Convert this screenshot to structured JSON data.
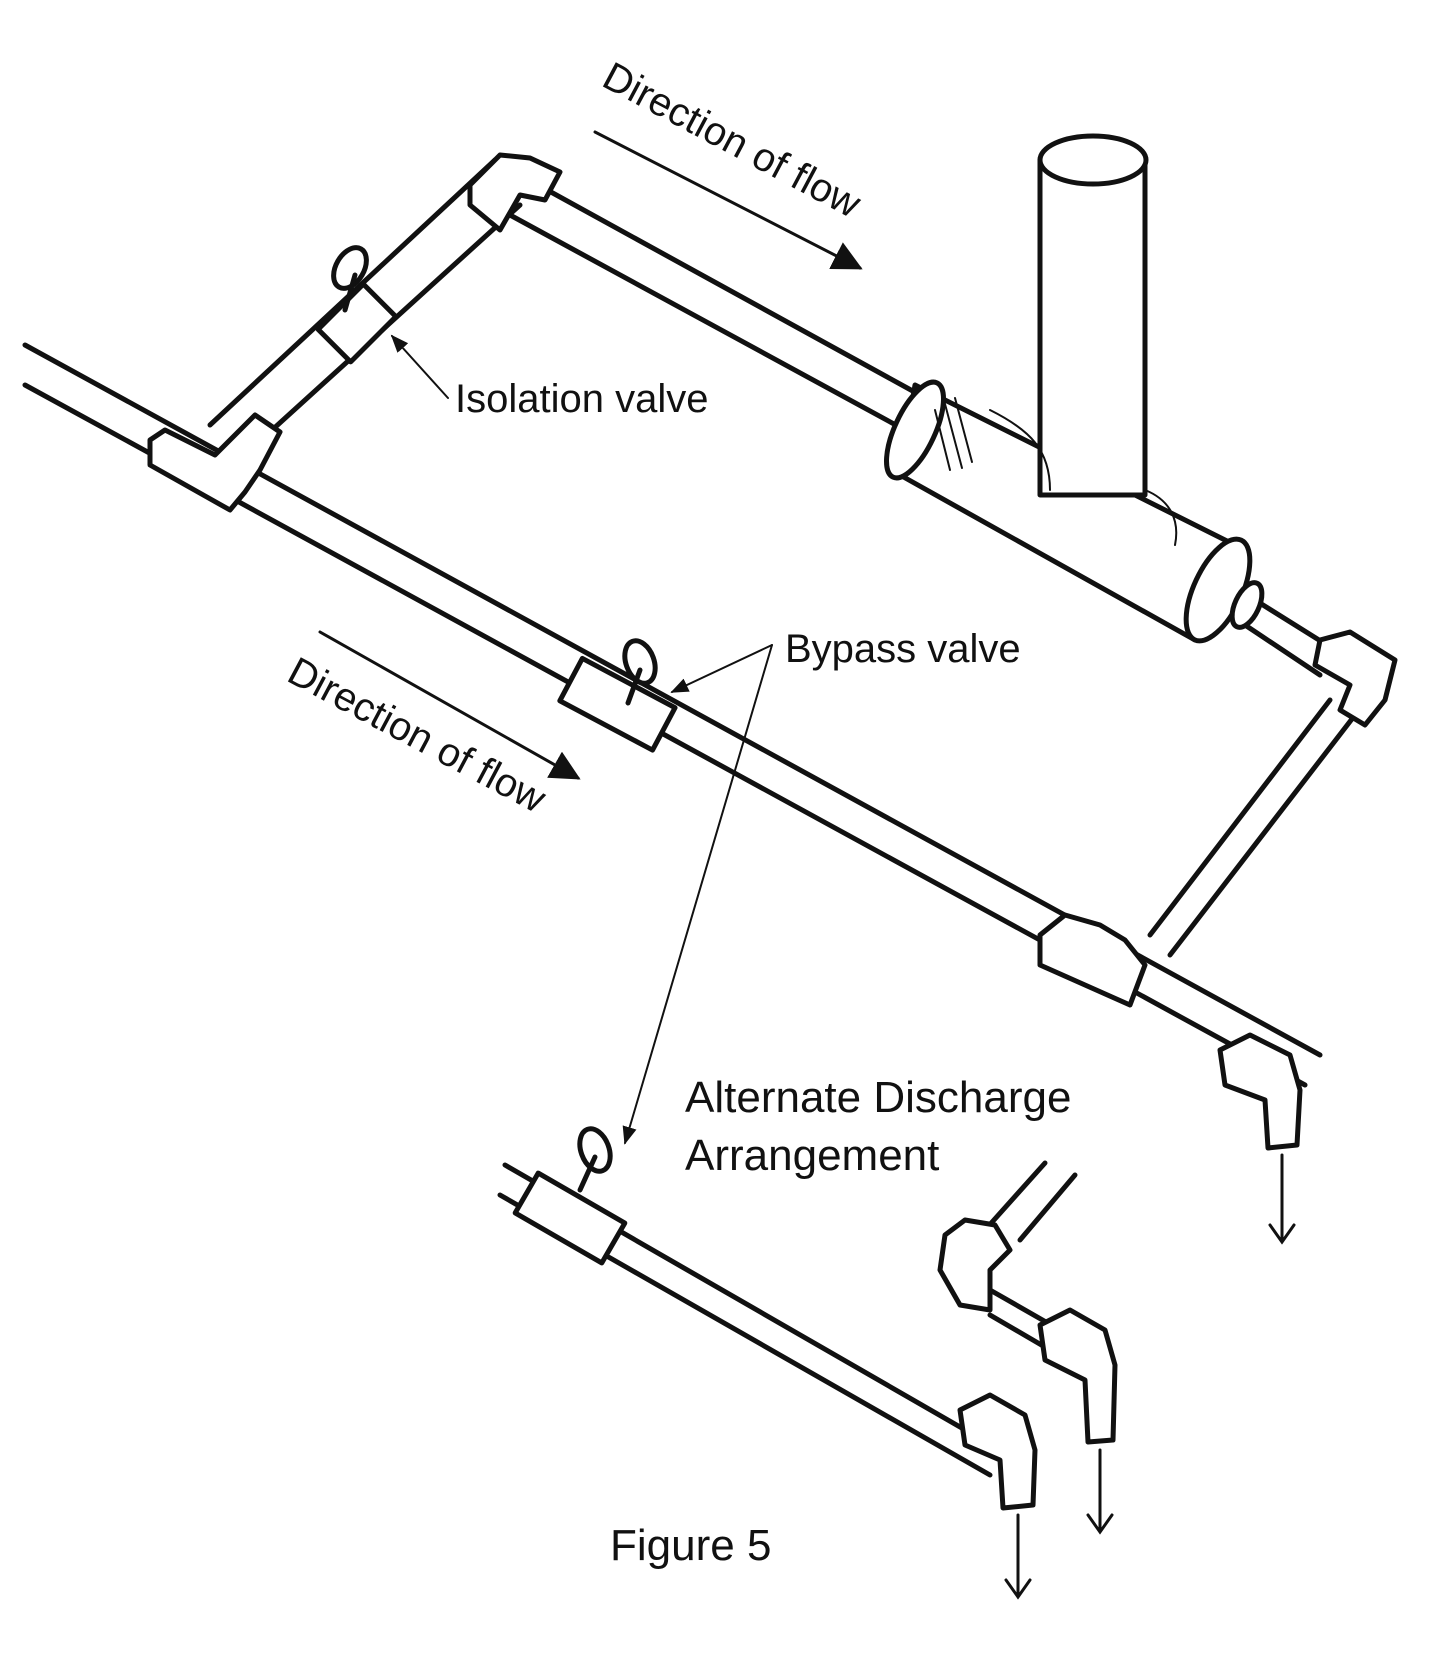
{
  "labels": {
    "flow_top": "Direction of flow",
    "flow_left": "Direction of flow",
    "isolation_valve": "Isolation valve",
    "bypass_valve": "Bypass valve",
    "alternate_line1": "Alternate Discharge",
    "alternate_line2": "Arrangement",
    "figure": "Figure 5"
  },
  "colors": {
    "ink": "#111111",
    "background": "#ffffff"
  }
}
